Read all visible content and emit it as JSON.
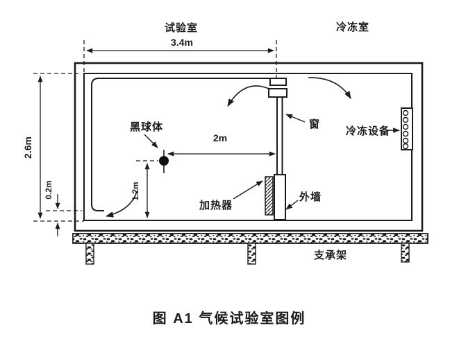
{
  "figure": {
    "caption": "图 A1  气候试验室图例",
    "rooms": {
      "test": "试验室",
      "freezer": "冷冻室"
    },
    "dims": {
      "room_width": "3.4m",
      "room_height": "2.6m",
      "floor_gap": "0.2m",
      "globe_height": "1.2m",
      "globe_distance": "2m"
    },
    "parts": {
      "black_globe": "黑球体",
      "window": "窗",
      "freezer_equipment": "冷冻设备",
      "heater": "加热器",
      "outer_wall": "外墙",
      "support_frame": "支承架"
    },
    "colors": {
      "ink": "#1b1b1b",
      "paper": "#ffffff"
    }
  }
}
